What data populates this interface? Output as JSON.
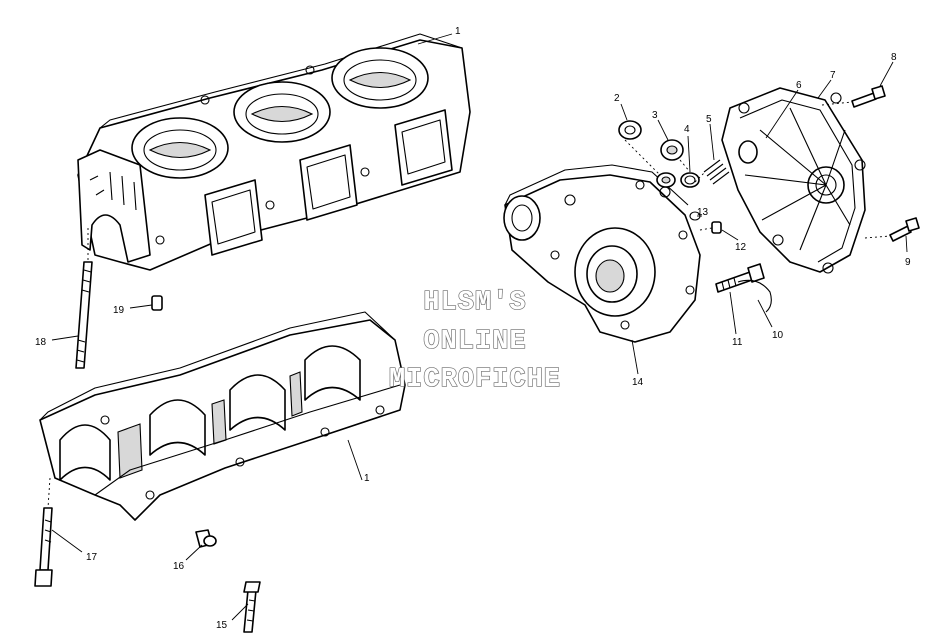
{
  "watermark": {
    "line1": "HLSM'S",
    "line2": "ONLINE",
    "line3": "MICROFICHE"
  },
  "callouts": {
    "c1_upper": "1",
    "c1_lower": "1",
    "c2": "2",
    "c3": "3",
    "c4": "4",
    "c5": "5",
    "c6": "6",
    "c7": "7",
    "c8": "8",
    "c9": "9",
    "c10": "10",
    "c11": "11",
    "c12": "12",
    "c13": "13",
    "c14": "14",
    "c15": "15",
    "c16": "16",
    "c17": "17",
    "c18": "18",
    "c19": "19"
  }
}
